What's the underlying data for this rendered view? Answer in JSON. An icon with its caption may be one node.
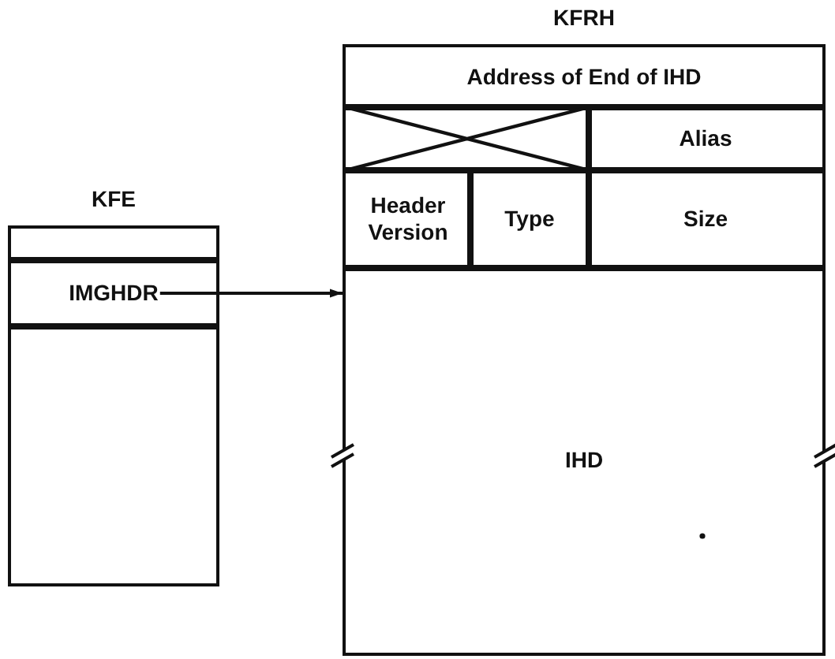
{
  "diagram": {
    "nodes": [
      {
        "text": [
          "KFE"
        ]
      },
      {
        "text": [],
        "shape": "box",
        "in": 0
      },
      {
        "text": [
          "IMGHDR"
        ],
        "in": 0
      },
      {
        "text": [],
        "shape": "box",
        "in": 0
      },
      {
        "text": [
          "KFRH"
        ]
      },
      {
        "text": [
          "Address of End of IHD"
        ],
        "in": 4
      },
      {
        "text": [],
        "shape": "box",
        "in": 4
      },
      {
        "text": [
          "Alias"
        ],
        "in": 4
      },
      {
        "text": [
          "Header Version"
        ],
        "in": 4
      },
      {
        "text": [
          "Type"
        ],
        "in": 4
      },
      {
        "text": [
          "Size"
        ],
        "in": 4
      },
      {
        "text": [
          "IHD"
        ],
        "in": 4
      }
    ],
    "edges": [
      {
        "from": 2,
        "to": 11,
        "arrow": "to"
      }
    ]
  }
}
